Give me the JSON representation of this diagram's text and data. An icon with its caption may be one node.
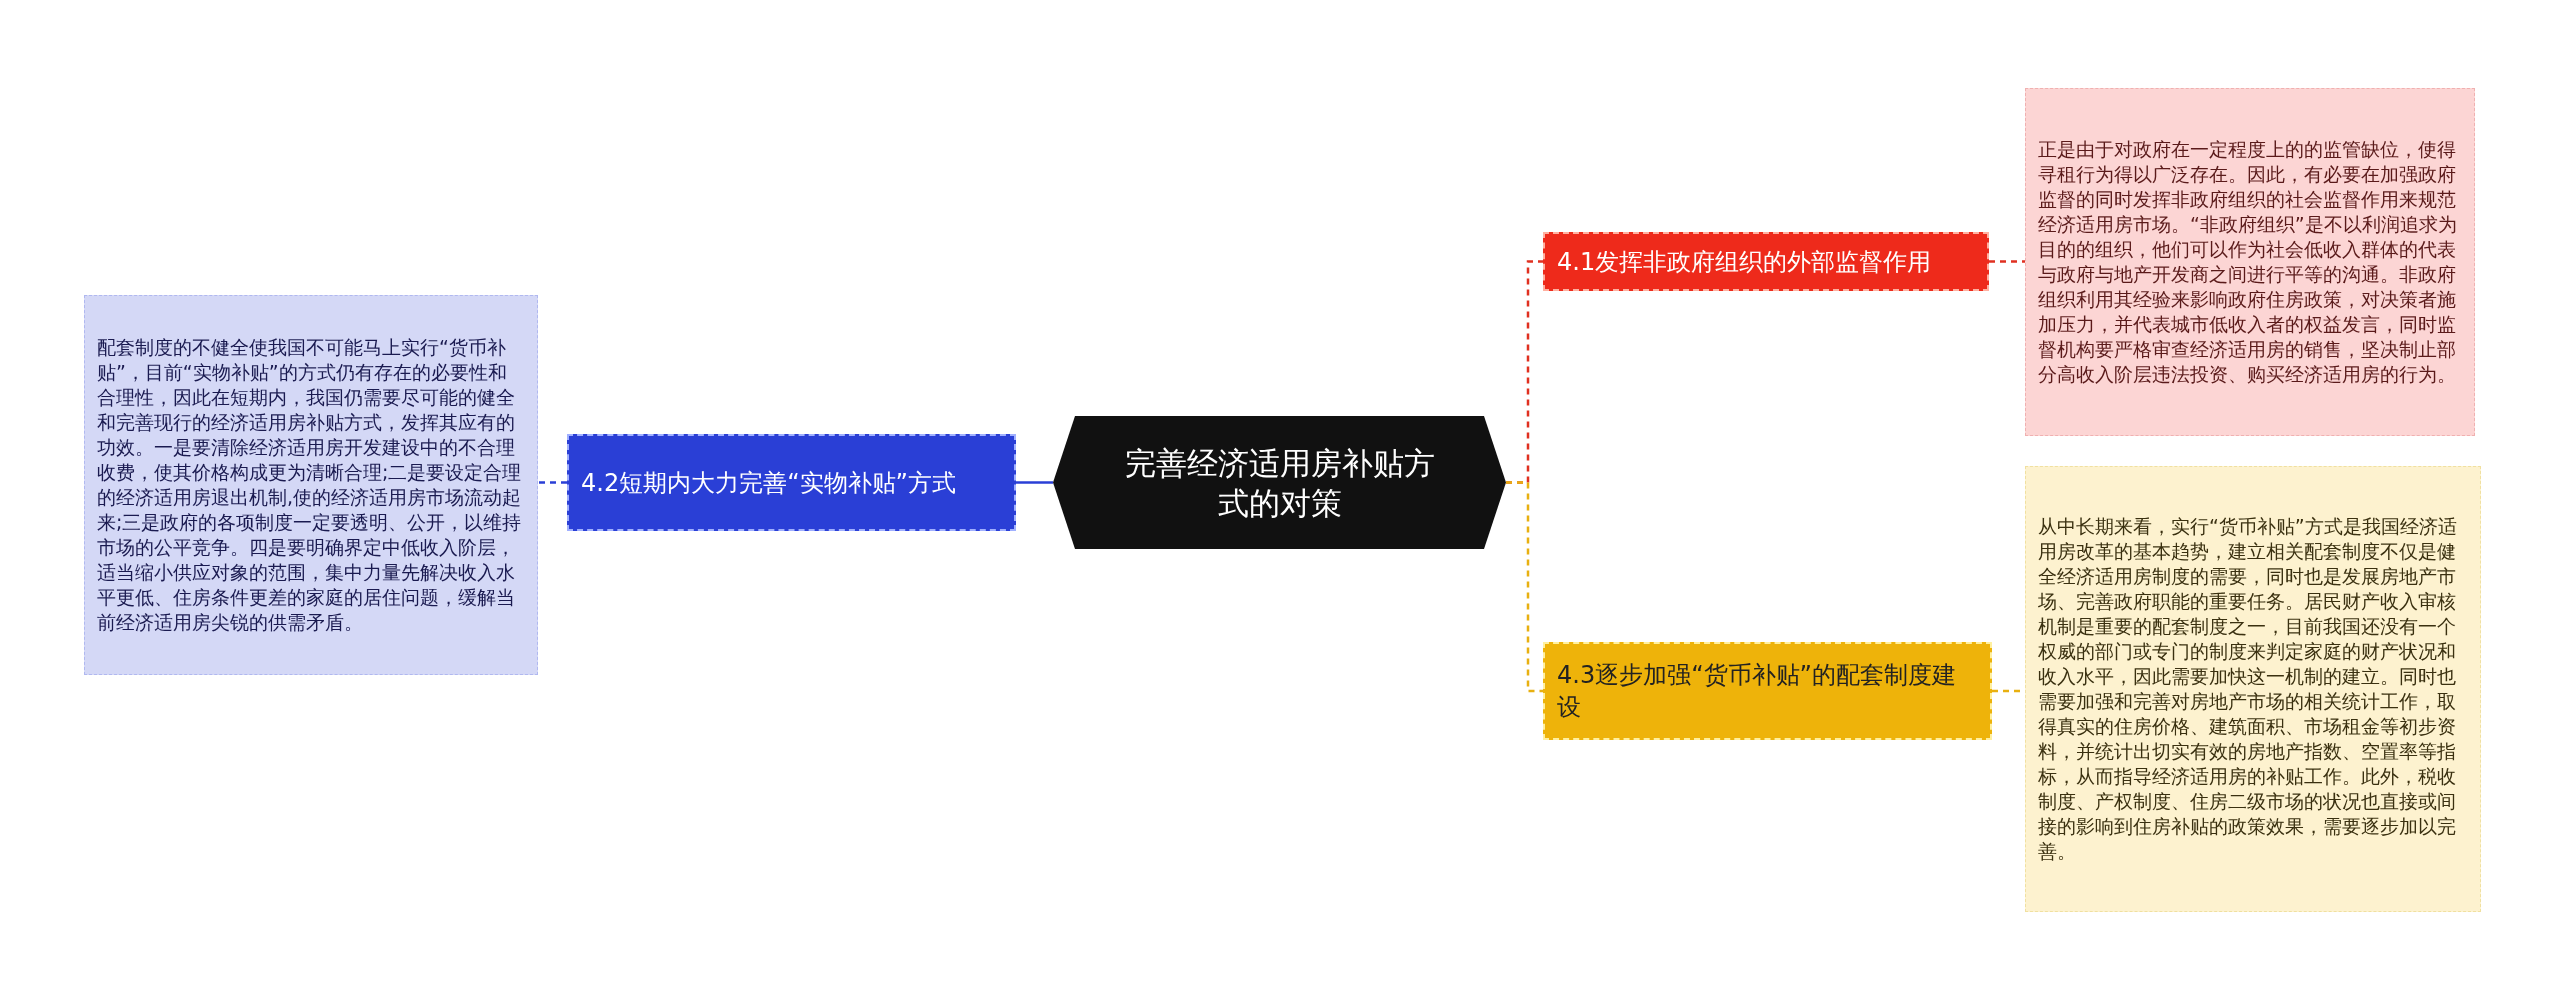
{
  "diagram": {
    "nodes": [
      {
        "text": [
          "完善经济适用房补贴方式的对策"
        ]
      },
      {
        "text": [
          "4.1发挥非政府组织的外部监督作用"
        ]
      },
      {
        "text": [
          "正是由于对政府在一定程度上的的监管缺位，使得寻租行为得以广泛存在。因此，有必要在加强政府监督的同时发挥非政府组织的社会监督作用来规范经济适用房市场。“非政府组织”是不以利润追求为目的的组织，他们可以作为社会低收入群体的代表与政府与地产开发商之间进行平等的沟通。非政府组织利用其经验来影响政府住房政策，对决策者施加压力，并代表城市低收入者的权益发言，同时监督机构要严格审查经济适用房的销售，坚决制止部分高收入阶层违法投资、购买经济适用房的行为。"
        ]
      },
      {
        "text": [
          "4.2短期内大力完善“实物补贴”方式"
        ]
      },
      {
        "text": [
          "配套制度的不健全使我国不可能马上实行“货币补贴”，目前“实物补贴”的方式仍有存在的必要性和合理性，因此在短期内，我国仍需要尽可能的健全和完善现行的经济适用房补贴方式，发挥其应有的功效。一是要清除经济适用房开发建设中的不合理收费，使其价格构成更为清晰合理;二是要设定合理的经济适用房退出机制,使的经济适用房市场流动起来;三是政府的各项制度一定要透明、公开，以维持市场的公平竞争。四是要明确界定中低收入阶层，适当缩小供应对象的范围，集中力量先解决收入水平更低、住房条件更差的家庭的居住问题，缓解当前经济适用房尖锐的供需矛盾。"
        ]
      },
      {
        "text": [
          "4.3逐步加强“货币补贴”的配套制度建设"
        ]
      },
      {
        "text": [
          "从中长期来看，实行“货币补贴”方式是我国经济适用房改革的基本趋势，建立相关配套制度不仅是健全经济适用房制度的需要，同时也是发展房地产市场、完善政府职能的重要任务。居民财产收入审核机制是重要的配套制度之一，目前我国还没有一个权威的部门或专门的制度来判定家庭的财产状况和收入水平，因此需要加快这一机制的建立。同时也需要加强和完善对房地产市场的相关统计工作，取得真实的住房价格、建筑面积、市场租金等初步资料，并统计出切实有效的房地产指数、空置率等指标，从而指导经济适用房的补贴工作。此外，税收制度、产权制度、住房二级市场的状况也直接或间接的影响到住房补贴的政策效果，需要逐步加以完善。"
        ]
      }
    ],
    "edges": [
      {
        "from": 0,
        "to": 1,
        "arrow": "none",
        "style": "dashed",
        "color": "#e03020"
      },
      {
        "from": 1,
        "to": 2,
        "arrow": "none",
        "style": "dashed",
        "color": "#e03020"
      },
      {
        "from": 0,
        "to": 3,
        "arrow": "none",
        "color": "#2a3fd6"
      },
      {
        "from": 3,
        "to": 4,
        "arrow": "none",
        "style": "dashed",
        "color": "#2a3fd6"
      },
      {
        "from": 0,
        "to": 5,
        "arrow": "none",
        "style": "dashed",
        "color": "#e8b010"
      },
      {
        "from": 5,
        "to": 6,
        "arrow": "none",
        "style": "dashed",
        "color": "#e8b010"
      }
    ]
  }
}
